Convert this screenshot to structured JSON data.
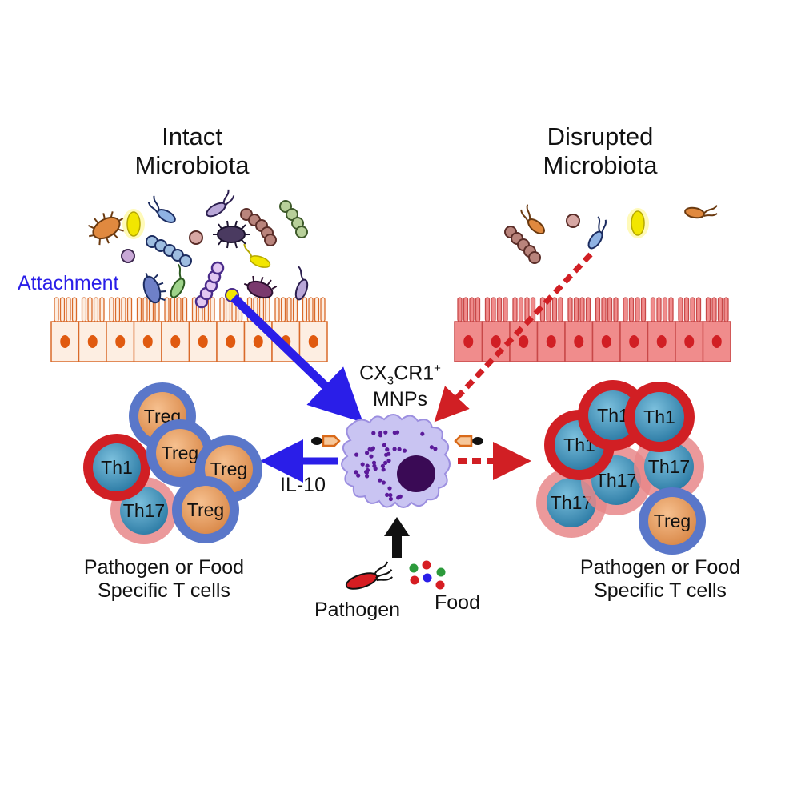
{
  "left": {
    "title_line1": "Intact",
    "title_line2": "Microbiota",
    "attachment_label": "Attachment",
    "cytokine_label": "IL-10",
    "tcell_caption_line1": "Pathogen or Food",
    "tcell_caption_line2": "Specific T cells",
    "tcells": [
      "Treg",
      "Treg",
      "Treg",
      "Th1",
      "Th17",
      "Treg"
    ]
  },
  "right": {
    "title_line1": "Disrupted",
    "title_line2": "Microbiota",
    "tcell_caption_line1": "Pathogen or Food",
    "tcell_caption_line2": "Specific T cells",
    "tcells": [
      "Th1",
      "Th1",
      "Th1",
      "Th17",
      "Th17",
      "Th17",
      "Treg"
    ]
  },
  "center": {
    "mnp_label_main": "CX",
    "mnp_label_sub": "3",
    "mnp_label_rest": "CR1",
    "mnp_label_sup": "+",
    "mnp_label_line2": "MNPs",
    "pathogen_label": "Pathogen",
    "food_label": "Food"
  },
  "colors": {
    "treg_ring": "#5a77c9",
    "th1_ring": "#d11f24",
    "th17_ring": "#e7878a",
    "treg_core": "#e89a5c",
    "th_core": "#3d8db5",
    "healthy_epithelium": "#fdeee2",
    "disrupted_epithelium": "#f08c8c",
    "tolerogenic_arrow": "#2a1ee8",
    "inflammatory_arrow": "#d11f24",
    "mnp_body": "#c9c4f2"
  }
}
